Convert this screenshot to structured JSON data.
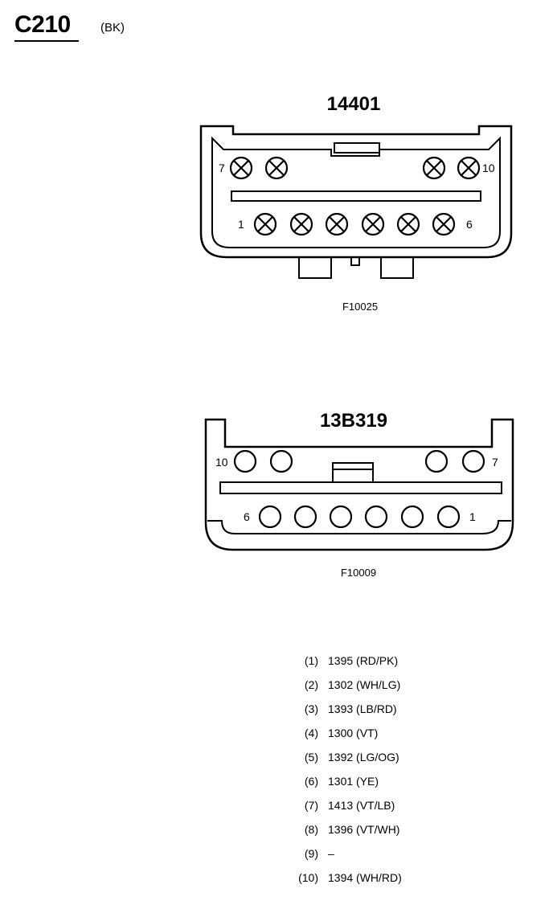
{
  "connector": {
    "id": "C210",
    "color": "(BK)"
  },
  "top_view": {
    "part_number": "14401",
    "figure_code": "F10025",
    "pin_labels": {
      "p7": "7",
      "p10": "10",
      "p1": "1",
      "p6": "6"
    }
  },
  "bottom_view": {
    "part_number": "13B319",
    "figure_code": "F10009",
    "pin_labels": {
      "p10": "10",
      "p7": "7",
      "p6": "6",
      "p1": "1"
    }
  },
  "pinout": [
    {
      "pin": "(1)",
      "circuit": "1395 (RD/PK)"
    },
    {
      "pin": "(2)",
      "circuit": "1302 (WH/LG)"
    },
    {
      "pin": "(3)",
      "circuit": "1393 (LB/RD)"
    },
    {
      "pin": "(4)",
      "circuit": "1300 (VT)"
    },
    {
      "pin": "(5)",
      "circuit": "1392 (LG/OG)"
    },
    {
      "pin": "(6)",
      "circuit": "1301 (YE)"
    },
    {
      "pin": "(7)",
      "circuit": "1413 (VT/LB)"
    },
    {
      "pin": "(8)",
      "circuit": "1396 (VT/WH)"
    },
    {
      "pin": "(9)",
      "circuit": "–"
    },
    {
      "pin": "(10)",
      "circuit": "1394 (WH/RD)"
    }
  ]
}
